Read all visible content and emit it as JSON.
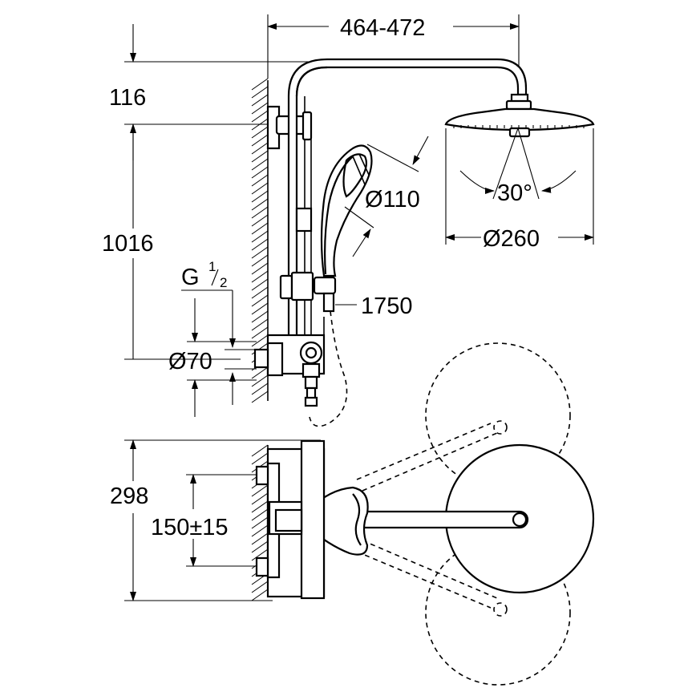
{
  "dimensions": {
    "overall_width": "464-472",
    "head_offset": "116",
    "rail_height": "1016",
    "inlet_thread_prefix": "G",
    "inlet_thread_num": "1",
    "inlet_thread_den": "2",
    "inlet_diameter": "Ø70",
    "hand_shower_diameter": "Ø110",
    "head_diameter": "Ø260",
    "tilt_angle": "30°",
    "hose_length": "1750",
    "mixer_depth": "298",
    "inlet_spacing": "150±15"
  }
}
